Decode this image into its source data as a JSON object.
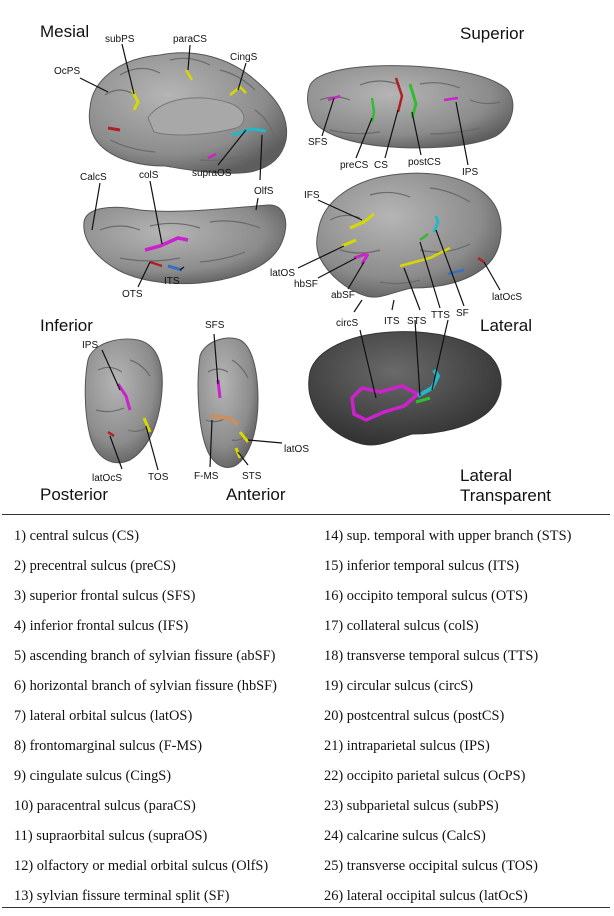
{
  "views": {
    "mesial": "Mesial",
    "superior": "Superior",
    "inferior": "Inferior",
    "lateral": "Lateral",
    "posterior": "Posterior",
    "anterior": "Anterior",
    "lateral_transparent_1": "Lateral",
    "lateral_transparent_2": "Transparent"
  },
  "labels": {
    "mesial": [
      "subPS",
      "paraCS",
      "OcPS",
      "CingS",
      "CalcS",
      "colS",
      "supraOS",
      "OlfS"
    ],
    "inferior_view": [
      "OTS",
      "ITS"
    ],
    "superior_view": [
      "SFS",
      "preCS",
      "CS",
      "postCS",
      "IPS"
    ],
    "lateral_view": [
      "IFS",
      "latOS",
      "hbSF",
      "abSF",
      "circS",
      "ITS",
      "STS",
      "TTS",
      "SF",
      "latOcS"
    ],
    "posterior_view": [
      "IPS",
      "latOcS",
      "TOS"
    ],
    "anterior_view": [
      "SFS",
      "F-MS",
      "latOS",
      "STS"
    ]
  },
  "legend": {
    "left": [
      "1) central sulcus (CS)",
      "2) precentral sulcus (preCS)",
      "3) superior frontal sulcus (SFS)",
      "4) inferior frontal sulcus (IFS)",
      "5) ascending branch of sylvian fissure (abSF)",
      "6) horizontal branch of sylvian fissure (hbSF)",
      "7) lateral orbital sulcus (latOS)",
      "8) frontomarginal sulcus (F-MS)",
      "9) cingulate sulcus (CingS)",
      "10) paracentral sulcus (paraCS)",
      "11) supraorbital sulcus (supraOS)",
      "12) olfactory or medial orbital sulcus (OlfS)",
      "13) sylvian fissure terminal split (SF)"
    ],
    "right": [
      "14) sup. temporal with upper branch (STS)",
      "15) inferior temporal sulcus (ITS)",
      "16) occipito temporal sulcus (OTS)",
      "17) collateral sulcus (colS)",
      "18) transverse temporal sulcus (TTS)",
      "19) circular sulcus (circS)",
      "20) postcentral sulcus (postCS)",
      "21) intraparietal sulcus (IPS)",
      "22) occipito parietal sulcus (OcPS)",
      "23) subparietal sulcus (subPS)",
      "24) calcarine sulcus (CalcS)",
      "25) transverse occipital sulcus (TOS)",
      "26) lateral occipital sulcus (latOcS)"
    ]
  },
  "colors": {
    "cortex": "#8f8f8f",
    "cortex_dark": "#4a4a4a",
    "sulcus_yellow": "#d8d800",
    "sulcus_magenta": "#cc22cc",
    "sulcus_green": "#33bb33",
    "sulcus_cyan": "#22b8c8",
    "sulcus_blue": "#3a6fc0",
    "sulcus_red": "#b02020",
    "sulcus_orange": "#c89060"
  }
}
